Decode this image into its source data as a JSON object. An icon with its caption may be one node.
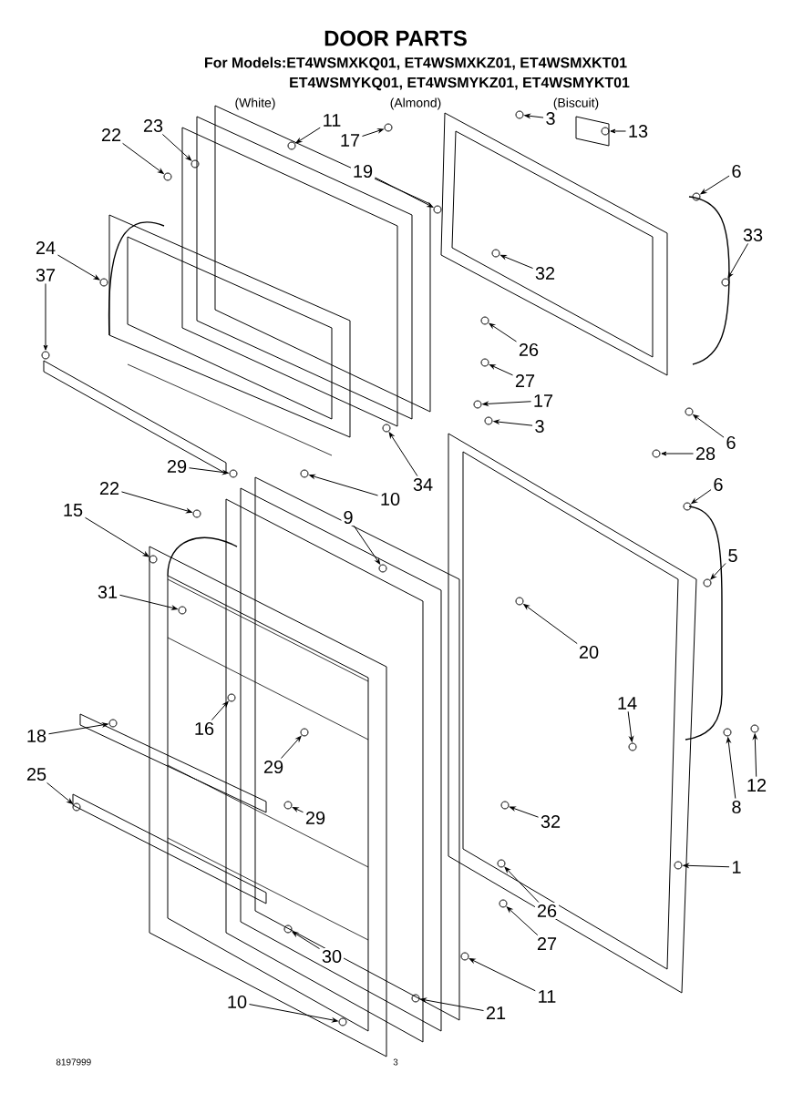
{
  "diagram": {
    "title": "DOOR PARTS",
    "nodes": [
      {
        "text": [
          "11"
        ]
      },
      {
        "text": [
          "23"
        ]
      },
      {
        "text": [
          "22"
        ]
      },
      {
        "text": [
          "17"
        ]
      },
      {
        "text": [
          "3"
        ]
      },
      {
        "text": [
          "13"
        ]
      },
      {
        "text": [
          "19"
        ]
      },
      {
        "text": [
          "6"
        ]
      },
      {
        "text": [
          "33"
        ]
      },
      {
        "text": [
          "24"
        ]
      },
      {
        "text": [
          "37"
        ]
      },
      {
        "text": [
          "32"
        ]
      },
      {
        "text": [
          "26"
        ]
      },
      {
        "text": [
          "27"
        ]
      },
      {
        "text": [
          "17"
        ]
      },
      {
        "text": [
          "3"
        ]
      },
      {
        "text": [
          "6"
        ]
      },
      {
        "text": [
          "28"
        ]
      },
      {
        "text": [
          "6"
        ]
      },
      {
        "text": [
          "34"
        ]
      },
      {
        "text": [
          "10"
        ]
      },
      {
        "text": [
          "29"
        ]
      },
      {
        "text": [
          "22"
        ]
      },
      {
        "text": [
          "15"
        ]
      },
      {
        "text": [
          "9"
        ]
      },
      {
        "text": [
          "5"
        ]
      },
      {
        "text": [
          "31"
        ]
      },
      {
        "text": [
          "20"
        ]
      },
      {
        "text": [
          "14"
        ]
      },
      {
        "text": [
          "16"
        ]
      },
      {
        "text": [
          "18"
        ]
      },
      {
        "text": [
          "29"
        ]
      },
      {
        "text": [
          "25"
        ]
      },
      {
        "text": [
          "12"
        ]
      },
      {
        "text": [
          "8"
        ]
      },
      {
        "text": [
          "29"
        ]
      },
      {
        "text": [
          "32"
        ]
      },
      {
        "text": [
          "1"
        ]
      },
      {
        "text": [
          "26"
        ]
      },
      {
        "text": [
          "27"
        ]
      },
      {
        "text": [
          "30"
        ]
      },
      {
        "text": [
          "11"
        ]
      },
      {
        "text": [
          "10"
        ]
      },
      {
        "text": [
          "21"
        ]
      },
      {
        "text": [],
        "shape": "circle"
      },
      {
        "text": [],
        "shape": "circle"
      },
      {
        "text": [],
        "shape": "circle"
      },
      {
        "text": [],
        "shape": "circle"
      },
      {
        "text": [],
        "shape": "circle"
      },
      {
        "text": [],
        "shape": "circle"
      },
      {
        "text": [],
        "shape": "circle"
      },
      {
        "text": [],
        "shape": "circle"
      },
      {
        "text": [],
        "shape": "circle"
      },
      {
        "text": [],
        "shape": "circle"
      },
      {
        "text": [],
        "shape": "circle"
      },
      {
        "text": [],
        "shape": "circle"
      },
      {
        "text": [],
        "shape": "circle"
      },
      {
        "text": [],
        "shape": "circle"
      },
      {
        "text": [],
        "shape": "circle"
      },
      {
        "text": [],
        "shape": "circle"
      },
      {
        "text": [],
        "shape": "circle"
      },
      {
        "text": [],
        "shape": "circle"
      },
      {
        "text": [],
        "shape": "circle"
      },
      {
        "text": [],
        "shape": "circle"
      },
      {
        "text": [],
        "shape": "circle"
      },
      {
        "text": [],
        "shape": "circle"
      },
      {
        "text": [],
        "shape": "circle"
      },
      {
        "text": [],
        "shape": "circle"
      },
      {
        "text": [],
        "shape": "circle"
      },
      {
        "text": [],
        "shape": "circle"
      },
      {
        "text": [],
        "shape": "circle"
      },
      {
        "text": [],
        "shape": "circle"
      },
      {
        "text": [],
        "shape": "circle"
      },
      {
        "text": [],
        "shape": "circle"
      },
      {
        "text": [],
        "shape": "circle"
      },
      {
        "text": [],
        "shape": "circle"
      },
      {
        "text": [],
        "shape": "circle"
      },
      {
        "text": [],
        "shape": "circle"
      },
      {
        "text": [],
        "shape": "circle"
      },
      {
        "text": [],
        "shape": "circle"
      },
      {
        "text": [],
        "shape": "circle"
      },
      {
        "text": [],
        "shape": "circle"
      },
      {
        "text": [],
        "shape": "circle"
      },
      {
        "text": [],
        "shape": "circle"
      },
      {
        "text": [],
        "shape": "circle"
      },
      {
        "text": [],
        "shape": "circle"
      },
      {
        "text": [],
        "shape": "circle"
      },
      {
        "text": [],
        "shape": "circle"
      }
    ],
    "edges": [
      {
        "from": 0,
        "to": 44,
        "arrow": "to"
      },
      {
        "from": 1,
        "to": 45,
        "arrow": "to"
      },
      {
        "from": 2,
        "to": 46,
        "arrow": "to"
      },
      {
        "from": 3,
        "to": 47,
        "arrow": "to"
      },
      {
        "from": 4,
        "to": 48,
        "arrow": "to"
      },
      {
        "from": 5,
        "to": 49,
        "arrow": "to"
      },
      {
        "from": 6,
        "to": 50,
        "arrow": "to"
      },
      {
        "from": 7,
        "to": 51,
        "arrow": "to"
      },
      {
        "from": 8,
        "to": 52,
        "arrow": "to"
      },
      {
        "from": 9,
        "to": 53,
        "arrow": "to"
      },
      {
        "from": 10,
        "to": 54,
        "arrow": "to"
      },
      {
        "from": 11,
        "to": 55,
        "arrow": "to"
      },
      {
        "from": 12,
        "to": 56,
        "arrow": "to"
      },
      {
        "from": 13,
        "to": 57,
        "arrow": "to"
      },
      {
        "from": 14,
        "to": 58,
        "arrow": "to"
      },
      {
        "from": 15,
        "to": 59,
        "arrow": "to"
      },
      {
        "from": 16,
        "to": 60,
        "arrow": "to"
      },
      {
        "from": 17,
        "to": 61,
        "arrow": "to"
      },
      {
        "from": 18,
        "to": 62,
        "arrow": "to"
      },
      {
        "from": 19,
        "to": 63,
        "arrow": "to"
      },
      {
        "from": 20,
        "to": 64,
        "arrow": "to"
      },
      {
        "from": 21,
        "to": 65,
        "arrow": "to"
      },
      {
        "from": 22,
        "to": 66,
        "arrow": "to"
      },
      {
        "from": 23,
        "to": 67,
        "arrow": "to"
      },
      {
        "from": 24,
        "to": 68,
        "arrow": "to"
      },
      {
        "from": 25,
        "to": 69,
        "arrow": "to"
      },
      {
        "from": 26,
        "to": 70,
        "arrow": "to"
      },
      {
        "from": 27,
        "to": 71,
        "arrow": "to"
      },
      {
        "from": 28,
        "to": 72,
        "arrow": "to"
      },
      {
        "from": 29,
        "to": 73,
        "arrow": "to"
      },
      {
        "from": 30,
        "to": 74,
        "arrow": "to"
      },
      {
        "from": 31,
        "to": 75,
        "arrow": "to"
      },
      {
        "from": 32,
        "to": 76,
        "arrow": "to"
      },
      {
        "from": 33,
        "to": 77,
        "arrow": "to"
      },
      {
        "from": 34,
        "to": 78,
        "arrow": "to"
      },
      {
        "from": 35,
        "to": 79,
        "arrow": "to"
      },
      {
        "from": 36,
        "to": 80,
        "arrow": "to"
      },
      {
        "from": 37,
        "to": 81,
        "arrow": "to"
      },
      {
        "from": 38,
        "to": 82,
        "arrow": "to"
      },
      {
        "from": 39,
        "to": 83,
        "arrow": "to"
      },
      {
        "from": 40,
        "to": 84,
        "arrow": "to"
      },
      {
        "from": 41,
        "to": 85,
        "arrow": "to"
      },
      {
        "from": 42,
        "to": 86,
        "arrow": "to"
      },
      {
        "from": 43,
        "to": 87,
        "arrow": "to"
      }
    ],
    "labels": [
      "For Models:ET4WSMXKQ01, ET4WSMXKZ01, ET4WSMXKT01",
      "ET4WSMYKQ01, ET4WSMYKZ01, ET4WSMYKT01",
      "(White)",
      "(Almond)",
      "(Biscuit)",
      "8197999",
      "3"
    ]
  }
}
